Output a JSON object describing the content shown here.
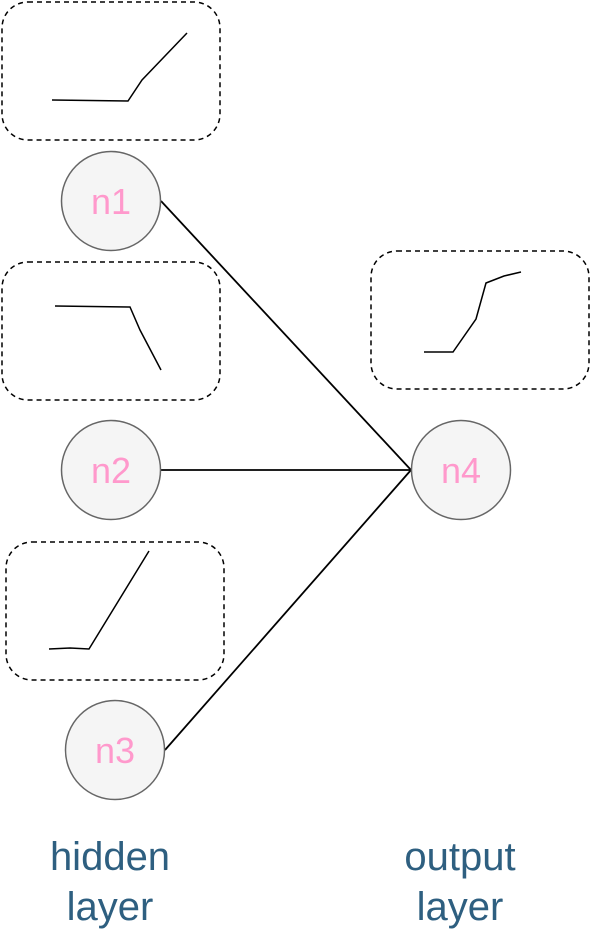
{
  "colors": {
    "node_fill": "#f5f5f5",
    "node_stroke": "#666666",
    "node_text": "#ff99cc",
    "edge": "#000000",
    "box_stroke": "#000000",
    "layer_text": "#2e5f80"
  },
  "nodes": [
    {
      "id": "n1",
      "label": "n1"
    },
    {
      "id": "n2",
      "label": "n2"
    },
    {
      "id": "n3",
      "label": "n3"
    },
    {
      "id": "n4",
      "label": "n4"
    }
  ],
  "edges": [
    {
      "from": "n1",
      "to": "n4"
    },
    {
      "from": "n2",
      "to": "n4"
    },
    {
      "from": "n3",
      "to": "n4"
    }
  ],
  "activation_sketches": [
    {
      "node": "n1",
      "shape": "flat then rising"
    },
    {
      "node": "n2",
      "shape": "flat then falling"
    },
    {
      "node": "n3",
      "shape": "flat then rising steeply"
    },
    {
      "node": "n4",
      "shape": "s-curve rising"
    }
  ],
  "layers": {
    "hidden": {
      "line1": "hidden",
      "line2": "layer"
    },
    "output": {
      "line1": "output",
      "line2": "layer"
    }
  }
}
